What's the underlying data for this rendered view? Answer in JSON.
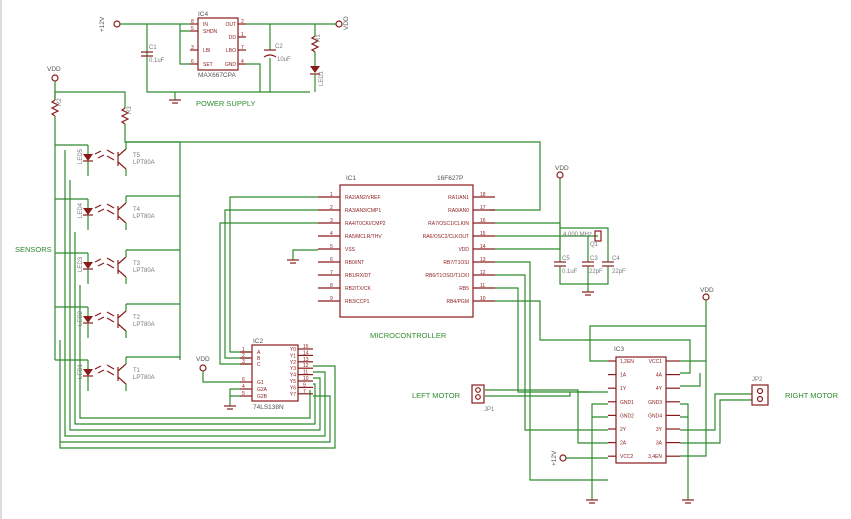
{
  "supply": {
    "vplus": "+12V",
    "vdd": "VDD",
    "power_supply": "POWER SUPPLY"
  },
  "ic4": {
    "ref": "IC4",
    "part": "MAX667CPA",
    "left": [
      "IN",
      "SHDN",
      "LBI",
      "SET"
    ],
    "right": [
      "OUT",
      "DD",
      "LBO",
      "GND"
    ],
    "lnum": [
      "8",
      "5",
      "3",
      "6"
    ],
    "rnum": [
      "2",
      "1",
      "7",
      "4"
    ]
  },
  "c1": {
    "ref": "C1",
    "val": "0.1uF"
  },
  "c2": {
    "ref": "C2",
    "val": "10uF"
  },
  "r1": {
    "ref": "R1"
  },
  "r2": {
    "ref": "R2"
  },
  "r3": {
    "ref": "R3"
  },
  "led1": "LED1",
  "sensors_label": "SENSORS",
  "sensors": [
    {
      "t": "T5",
      "part": "LPT80A",
      "led": "LED5"
    },
    {
      "t": "T4",
      "part": "LPT80A",
      "led": "LED4"
    },
    {
      "t": "T3",
      "part": "LPT80A",
      "led": "LED3"
    },
    {
      "t": "T2",
      "part": "LPT80A",
      "led": "LED2"
    },
    {
      "t": "T1",
      "part": "LPT80A",
      "led": "LED1"
    }
  ],
  "ic1": {
    "ref": "IC1",
    "part": "16F627P",
    "label": "MICROCONTROLLER",
    "left": [
      "RA2/AN2/VREF",
      "RA3/AN3/CMP1",
      "RA4/T0CKI/CMP2",
      "RA5/MCLR/THV",
      "VSS",
      "RB0/INT",
      "RB1/RX/DT",
      "RB2/TX/CK",
      "RB3/CCP1"
    ],
    "lnum": [
      "1",
      "2",
      "3",
      "4",
      "5",
      "6",
      "7",
      "8",
      "9"
    ],
    "right": [
      "RA1/AN1",
      "RA0/AN0",
      "RA7/OSC1/CLKIN",
      "RA6/OSC2/CLKOUT",
      "VDD",
      "RB7/T1OSI",
      "RB6/T1OSO/T1CKI",
      "RB5",
      "RB4/PGM"
    ],
    "rnum": [
      "18",
      "17",
      "16",
      "15",
      "14",
      "13",
      "12",
      "11",
      "10"
    ]
  },
  "xtal": {
    "freq": "4.000 MHz",
    "ref": "Q1"
  },
  "c3": {
    "ref": "C3",
    "val": "22pF"
  },
  "c4": {
    "ref": "C4",
    "val": "22pF"
  },
  "c5": {
    "ref": "C5",
    "val": "0.1uF"
  },
  "ic2": {
    "ref": "IC2",
    "part": "74LS138N",
    "left": [
      "A",
      "B",
      "C",
      "G1",
      "G2A",
      "G2B"
    ],
    "lnum": [
      "1",
      "2",
      "3",
      "6",
      "4",
      "5"
    ],
    "right": [
      "Y0",
      "Y1",
      "Y2",
      "Y3",
      "Y4",
      "Y5",
      "Y6",
      "Y7"
    ],
    "rnum": [
      "15",
      "14",
      "13",
      "12",
      "11",
      "10",
      "9",
      "7"
    ]
  },
  "ic3": {
    "ref": "IC3",
    "left": [
      "1,2EN",
      "1A",
      "1Y",
      "GND1",
      "GND2",
      "2Y",
      "2A",
      "VCC2"
    ],
    "right": [
      "VCC1",
      "4A",
      "4Y",
      "GND3",
      "GND4",
      "3Y",
      "3A",
      "3,4EN"
    ]
  },
  "motors": {
    "left": "LEFT MOTOR",
    "right": "RIGHT MOTOR",
    "jp1": "JP1",
    "jp2": "JP2"
  }
}
